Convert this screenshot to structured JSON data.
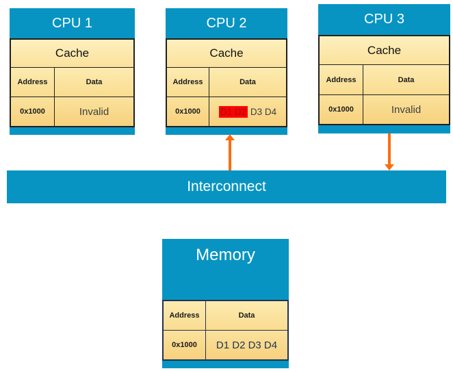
{
  "diagram": {
    "colors": {
      "block_blue": "#0894C2",
      "arrow_orange": "#FA6E0F",
      "cache_fill_top": "#FDF0BE",
      "cache_fill_bottom": "#F7D17E",
      "highlight_background": "#FF0000",
      "highlight_text": "#8B1A1A"
    },
    "cpus": [
      {
        "title": "CPU 1",
        "cache_label": "Cache",
        "address_header": "Address",
        "data_header": "Data",
        "address_value": "0x1000",
        "data_value": "Invalid"
      },
      {
        "title": "CPU 2",
        "cache_label": "Cache",
        "address_header": "Address",
        "data_header": "Data",
        "address_value": "0x1000",
        "data_highlighted": "D1 D2",
        "data_rest": " D3 D4"
      },
      {
        "title": "CPU 3",
        "cache_label": "Cache",
        "address_header": "Address",
        "data_header": "Data",
        "address_value": "0x1000",
        "data_value": "Invalid"
      }
    ],
    "interconnect_label": "Interconnect",
    "memory": {
      "title": "Memory",
      "address_header": "Address",
      "data_header": "Data",
      "address_value": "0x1000",
      "data_value": "D1 D2 D3 D4"
    }
  }
}
